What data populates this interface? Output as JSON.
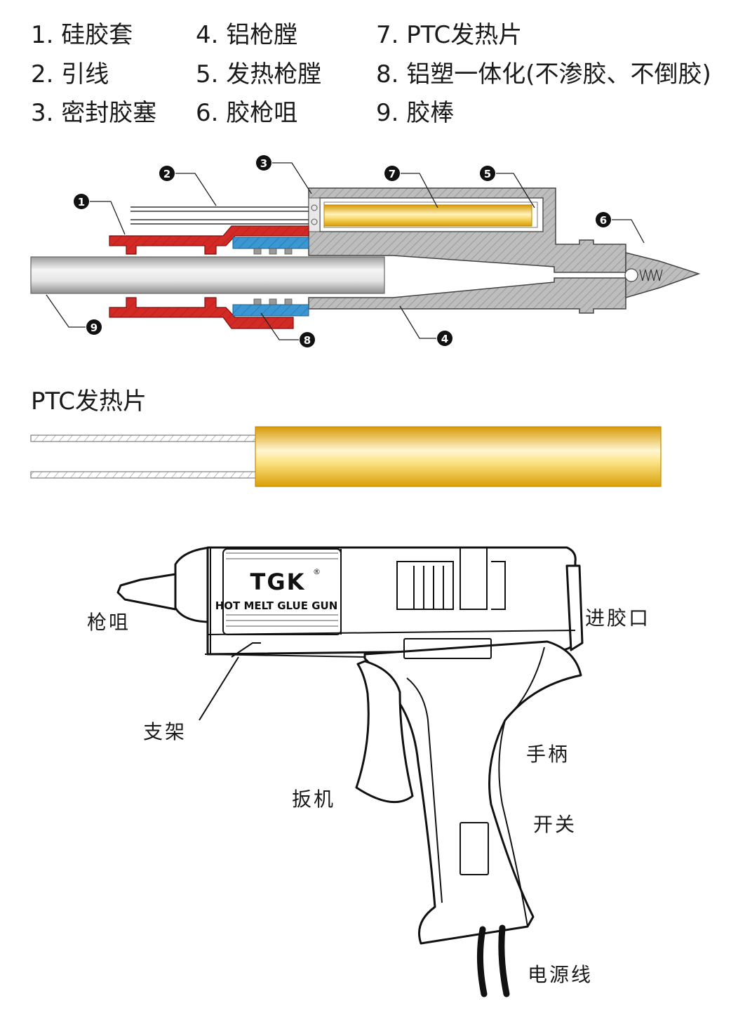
{
  "legend": [
    {
      "num": "1.",
      "text": "硅胶套"
    },
    {
      "num": "2.",
      "text": "引线"
    },
    {
      "num": "3.",
      "text": "密封胶塞"
    },
    {
      "num": "4.",
      "text": "铝枪膛"
    },
    {
      "num": "5.",
      "text": "发热枪膛"
    },
    {
      "num": "6.",
      "text": "胶枪咀"
    },
    {
      "num": "7.",
      "text": "PTC发热片"
    },
    {
      "num": "8.",
      "text": "铝塑一体化(不渗胶、不倒胶)"
    },
    {
      "num": "9.",
      "text": "胶棒"
    }
  ],
  "callouts": [
    "1",
    "2",
    "3",
    "4",
    "5",
    "6",
    "7",
    "8",
    "9"
  ],
  "ptc_section_title": "PTC发热片",
  "brand": {
    "logo": "TGK",
    "registered": "®",
    "tagline": "HOT MELT GLUE GUN"
  },
  "gun_labels": {
    "nozzle": "枪咀",
    "stand": "支架",
    "glue_inlet": "进胶口",
    "handle": "手柄",
    "trigger": "扳机",
    "switch": "开关",
    "power_cord": "电源线"
  },
  "colors": {
    "silicone_sleeve": "#d42a25",
    "alu_plastic": "#3b97d3",
    "ptc_gold": "#e8b51a",
    "barrel_gray": "#b9b9b9",
    "glue_stick": "#d6d6d6"
  }
}
